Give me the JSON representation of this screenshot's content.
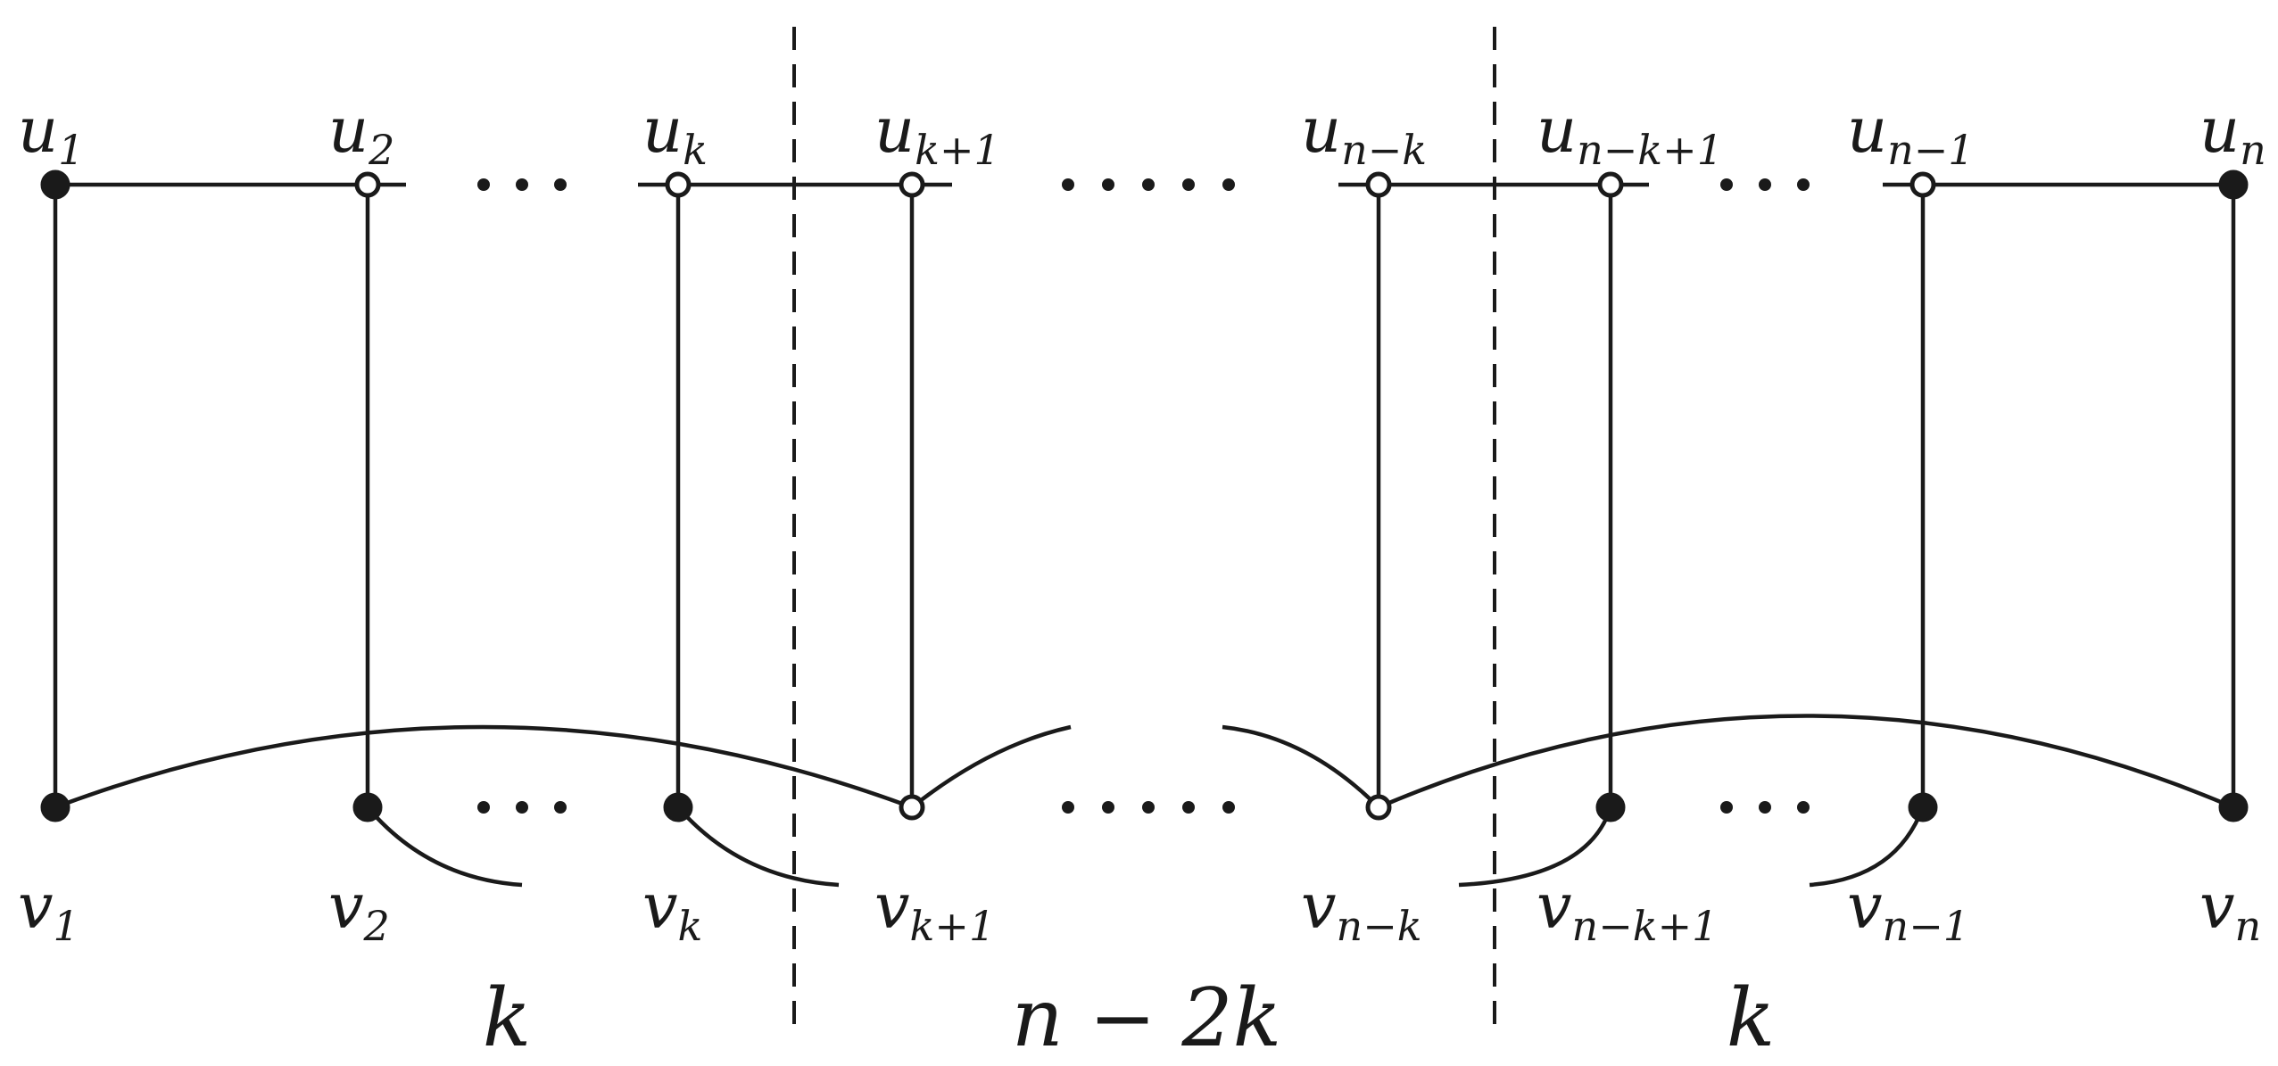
{
  "top_labels": [
    {
      "main": "u",
      "sub": [
        "1"
      ]
    },
    {
      "main": "u",
      "sub": [
        "2"
      ]
    },
    {
      "main": "u",
      "sub": [
        "k"
      ]
    },
    {
      "main": "u",
      "sub": [
        "k",
        "+1"
      ]
    },
    {
      "main": "u",
      "sub": [
        "n",
        "−",
        "k"
      ]
    },
    {
      "main": "u",
      "sub": [
        "n",
        "−",
        "k",
        "+1"
      ]
    },
    {
      "main": "u",
      "sub": [
        "n",
        "−1"
      ]
    },
    {
      "main": "u",
      "sub": [
        "n"
      ]
    }
  ],
  "bottom_labels": [
    {
      "main": "v",
      "sub": [
        "1"
      ]
    },
    {
      "main": "v",
      "sub": [
        "2"
      ]
    },
    {
      "main": "v",
      "sub": [
        "k"
      ]
    },
    {
      "main": "v",
      "sub": [
        "k",
        "+1"
      ]
    },
    {
      "main": "v",
      "sub": [
        "n",
        "−",
        "k"
      ]
    },
    {
      "main": "v",
      "sub": [
        "n",
        "−",
        "k",
        "+1"
      ]
    },
    {
      "main": "v",
      "sub": [
        "n",
        "−1"
      ]
    },
    {
      "main": "v",
      "sub": [
        "n"
      ]
    }
  ],
  "section_labels": {
    "left": "k",
    "middle": "n − 2k",
    "right": "k"
  },
  "top_node_styles": [
    "filled",
    "open",
    "open",
    "open",
    "open",
    "open",
    "open",
    "filled"
  ],
  "bottom_node_styles": [
    "filled",
    "filled",
    "filled",
    "open",
    "open",
    "filled",
    "filled",
    "filled"
  ],
  "colors": {
    "ink": "#1a1a1a",
    "background": "#ffffff"
  }
}
